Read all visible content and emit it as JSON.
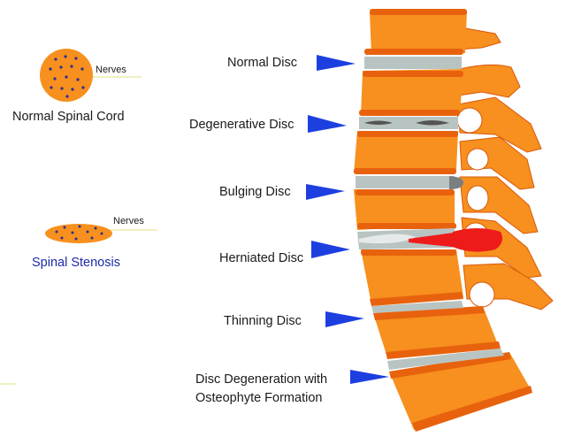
{
  "left_panel": {
    "normal_cord_label": "Normal Spinal Cord",
    "normal_nerves_label": "Nerves",
    "stenosis_label": "Spinal Stenosis",
    "stenosis_nerves_label": "Nerves"
  },
  "disc_labels": [
    {
      "text": "Normal Disc"
    },
    {
      "text": "Degenerative Disc"
    },
    {
      "text": "Bulging Disc"
    },
    {
      "text": "Herniated Disc"
    },
    {
      "text": "Thinning Disc"
    },
    {
      "text": "Disc Degeneration with",
      "text2": "Osteophyte Formation"
    }
  ],
  "colors": {
    "vertebra": "#f7901e",
    "vertebra_dark": "#e8620e",
    "disc": "#b8c4c2",
    "arrow": "#1d3fe0",
    "herniation": "#ee1b1b",
    "stenosis_text": "#1e2aa8",
    "nerve_dot": "#2b2f8f"
  }
}
